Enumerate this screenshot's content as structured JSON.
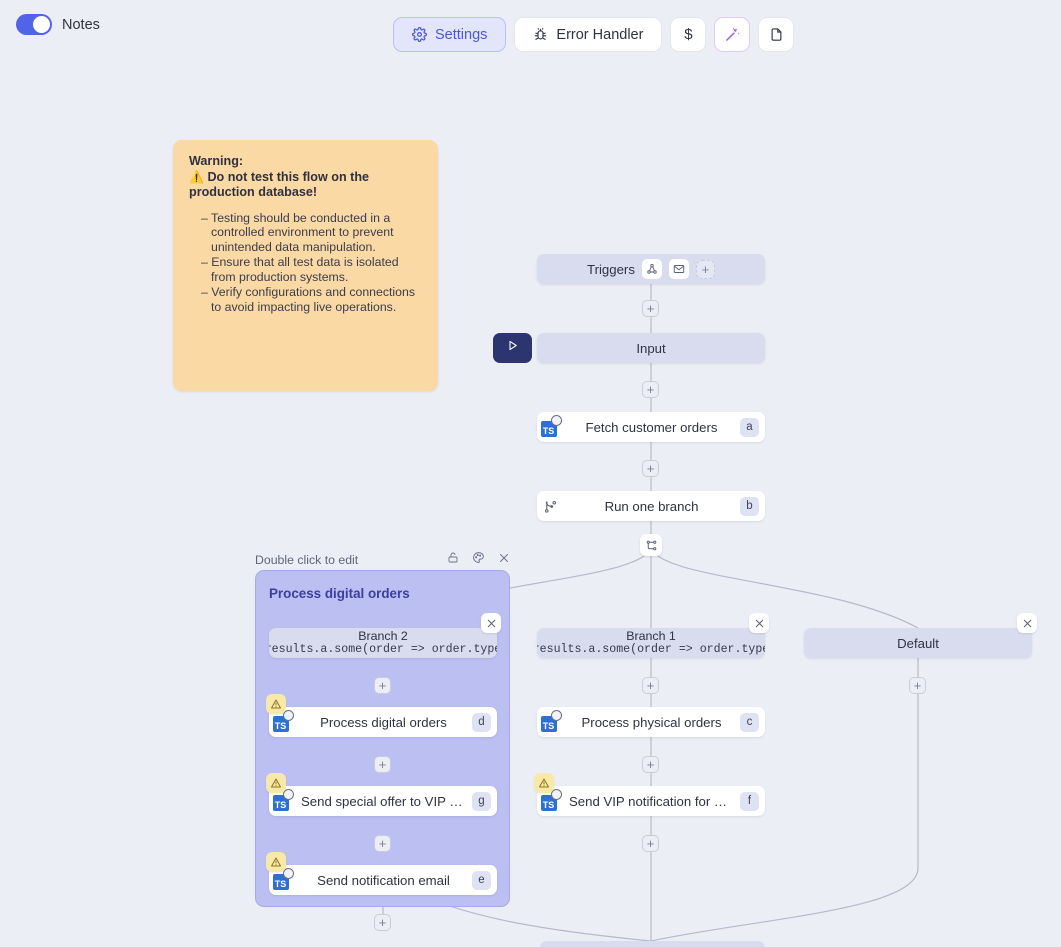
{
  "header": {
    "notes_toggle_label": "Notes",
    "notes_toggle_on": true,
    "buttons": [
      {
        "name": "settings",
        "label": "Settings",
        "icon": "gear-icon",
        "active": true
      },
      {
        "name": "error-handler",
        "label": "Error Handler",
        "icon": "bug-icon",
        "active": false
      },
      {
        "name": "cost",
        "label": "$",
        "icon": "dollar-icon",
        "active": false
      },
      {
        "name": "ai-assist",
        "label": "",
        "icon": "magic-wand-icon",
        "active": false
      },
      {
        "name": "docs",
        "label": "",
        "icon": "file-icon",
        "active": false
      }
    ]
  },
  "note": {
    "title_line1": "Warning:",
    "title_emoji": "⚠️",
    "title_line2": "Do not test this flow on the production database!",
    "bullets": [
      "Testing should be conducted in a controlled environment to prevent unintended data manipulation.",
      "Ensure that all test data is isolated from production systems.",
      "Verify configurations and connections to avoid impacting live operations."
    ]
  },
  "flow": {
    "triggers": {
      "label": "Triggers",
      "icons": [
        "webhook-icon",
        "email-icon"
      ],
      "add_label": "+"
    },
    "input": {
      "label": "Input",
      "run_button": "play-icon"
    },
    "fetch": {
      "label": "Fetch customer orders",
      "badge": "a",
      "icon": "typescript-icon"
    },
    "run_one_branch": {
      "label": "Run one branch",
      "badge": "b",
      "icon": "branch-icon"
    },
    "junction_icon": "split-icon",
    "plus_label": "+",
    "branches": [
      {
        "title": "Branch 2",
        "expression": "results.a.some(order => order.type",
        "column": "left",
        "steps": [
          {
            "label": "Process digital orders",
            "badge": "d",
            "icon": "typescript-icon",
            "warning": true
          },
          {
            "label": "Send special offer to VIP digital c...",
            "badge": "g",
            "icon": "typescript-icon",
            "warning": true
          },
          {
            "label": "Send notification email",
            "badge": "e",
            "icon": "typescript-icon",
            "warning": true
          }
        ]
      },
      {
        "title": "Branch 1",
        "expression": "results.a.some(order => order.type",
        "column": "middle",
        "steps": [
          {
            "label": "Process physical orders",
            "badge": "c",
            "icon": "typescript-icon",
            "warning": false
          },
          {
            "label": "Send VIP notification for physical...",
            "badge": "f",
            "icon": "typescript-icon",
            "warning": true
          }
        ]
      },
      {
        "title": "Default",
        "expression": "",
        "column": "right",
        "steps": []
      }
    ],
    "group": {
      "hint": "Double click to edit",
      "name": "Process digital orders",
      "icons": [
        "lock-icon",
        "palette-icon",
        "close-icon"
      ]
    }
  },
  "colors": {
    "canvas": "#eceef5",
    "node_lavender": "#d9dcee",
    "group_fill": "#bcbff2",
    "accent": "#5163e8",
    "note_bg": "#fad9a5",
    "warning_badge": "#f8e9a8",
    "play_bg": "#2d3570"
  }
}
